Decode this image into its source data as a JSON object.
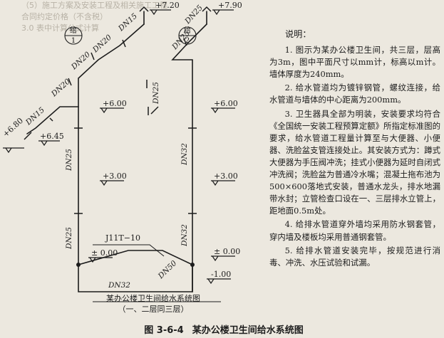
{
  "bleed_text": [
    "（5）施工方案及安装工程及相关施工工程",
    "合同约定价格（不含税）",
    "3.0 表中计算公式计算"
  ],
  "risers": [
    {
      "label_top": "给",
      "label_bottom": "1"
    },
    {
      "label_top": "给",
      "label_bottom": "2"
    }
  ],
  "elevations": {
    "riser1_top": "+7.20",
    "riser2_top": "+7.90",
    "branch_left_high": "+6.80",
    "branch_left_mid": "+6.45",
    "floor3_r1": "+6.00",
    "floor3_r2": "+6.00",
    "floor2_r1": "+3.00",
    "floor2_r2": "+3.00",
    "floor1_r1": "± 0.00",
    "floor1_r2": "± 0.00",
    "base": "-1.00"
  },
  "pipe_sizes": {
    "r1_top": "DN15",
    "r1_upper": "DN20",
    "r1_diag": "DN20",
    "r1_left_diag": "DN20",
    "r1_branch": "DN15",
    "r1_mid": "DN25",
    "r1_low": "DN25",
    "r2_top": "DN25",
    "r2_upper": "DN25",
    "r2_branch": "DN25",
    "r2_mid": "DN32",
    "r2_low": "DN32",
    "entry": "DN50",
    "main_horizontal": "DN32"
  },
  "marker_label": "J11T−10",
  "sub_caption": [
    "某办公楼卫生间给水系统图",
    "（一、二层同三层）"
  ],
  "notes": {
    "heading": "说明：",
    "items": [
      "1. 图示为某办公楼卫生间，共三层，层高为3m，图中平面尺寸以mm计，标高以m计。墙体厚度为240mm。",
      "2. 给水管道均为镀锌钢管，螺纹连接，给水管道与墙体的中心距离为200mm。",
      "3. 卫生器具全部为明装，安装要求均符合《全国统一安装工程预算定额》所指定标准图的要求，给水管道工程量计算至与大便器、小便器、洗脸盆支管连接处止。其安装方式为：蹲式大便器为手压阀冲洗；挂式小便器为延时自闭式冲洗阀；洗脸盆为普通冷水嘴；混凝土拖布池为500×600落地式安装，普通水龙头，排水地漏带水封；立管检查口设在一、三层排水立管上，距地面0.5m处。",
      "4. 给排水管道穿外墙均采用防水钢套管，穿内墙及楼板均采用普通钢套管。",
      "5. 给排水管道安装完毕，按规范进行消毒、冲洗、水压试验和试漏。"
    ]
  },
  "figure_caption": {
    "number": "图 3-6-4",
    "title": "某办公楼卫生间给水系统图"
  },
  "colors": {
    "background": "#ece8df",
    "ink": "#1c1c1c"
  }
}
